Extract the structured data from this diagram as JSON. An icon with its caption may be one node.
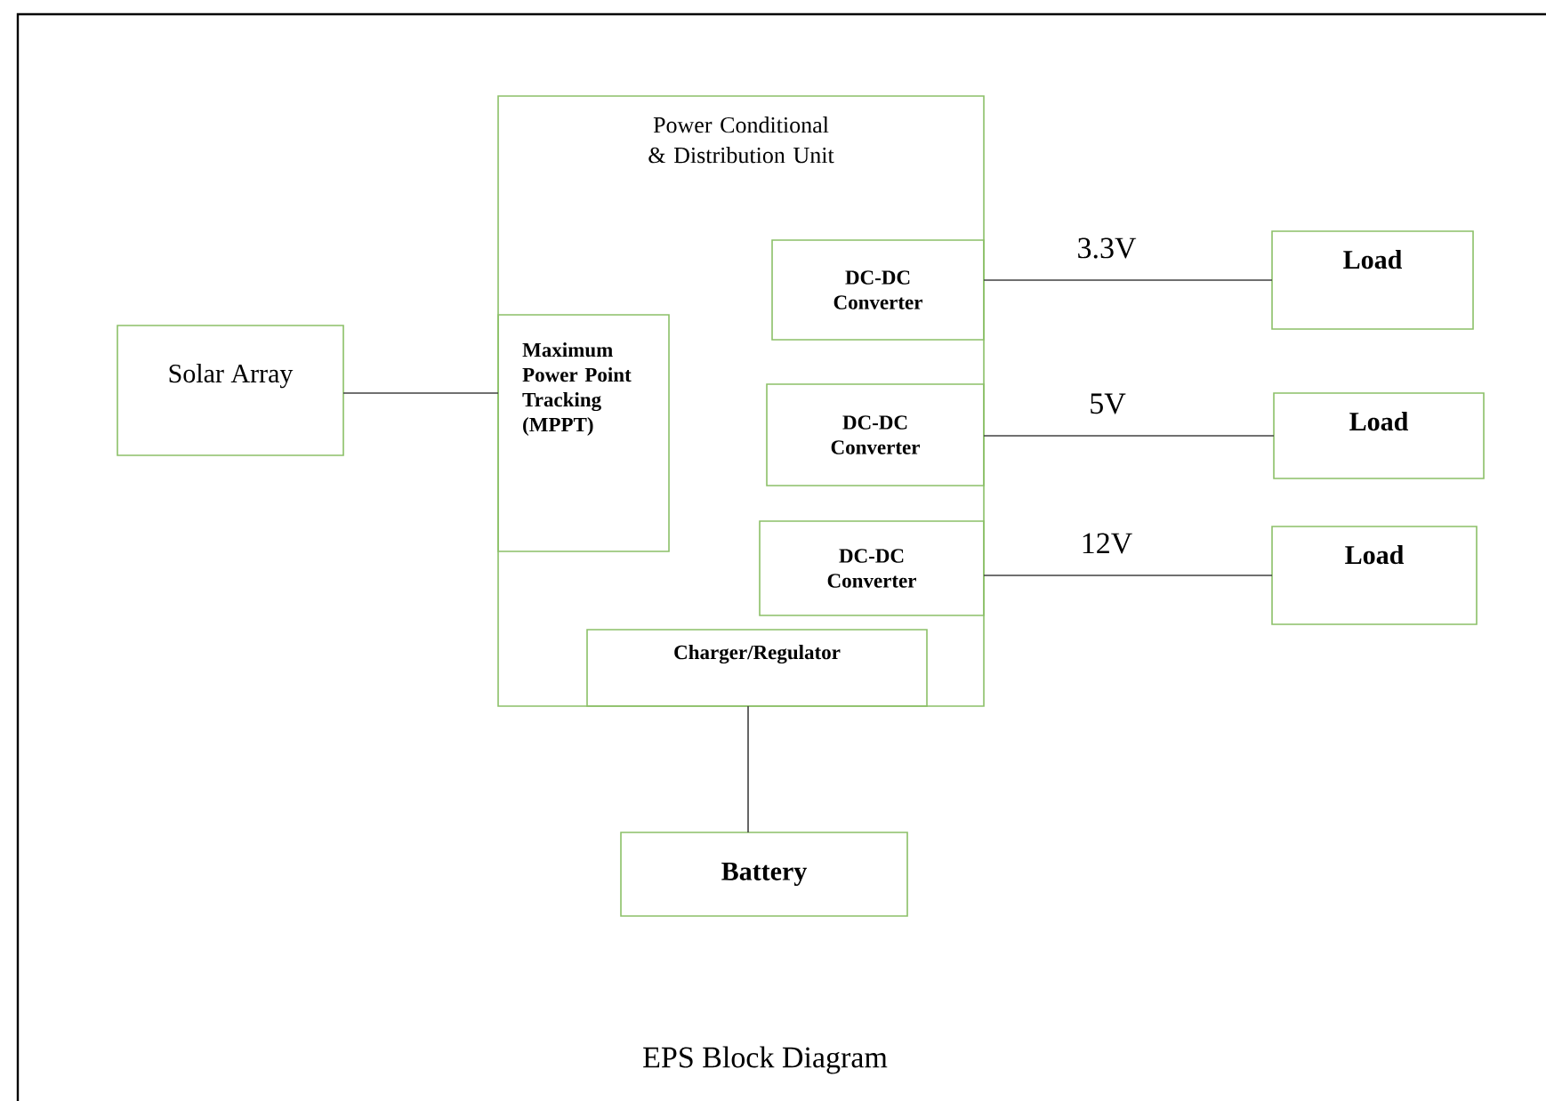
{
  "diagram": {
    "caption": "EPS Block Diagram",
    "nodes": [
      {
        "text": [
          "Power Conditional & Distribution Unit"
        ]
      },
      {
        "text": [
          "Solar Array"
        ]
      },
      {
        "text": [
          "Maximum Power Point Tracking (MPPT)"
        ],
        "in": 0
      },
      {
        "text": [
          "DC-DC Converter"
        ],
        "in": 0
      },
      {
        "text": [
          "DC-DC Converter"
        ],
        "in": 0
      },
      {
        "text": [
          "DC-DC Converter"
        ],
        "in": 0
      },
      {
        "text": [
          "Charger/Regulator"
        ],
        "in": 0
      },
      {
        "text": [
          "Load"
        ]
      },
      {
        "text": [
          "Load"
        ]
      },
      {
        "text": [
          "Load"
        ]
      },
      {
        "text": [
          "Battery"
        ]
      }
    ],
    "edges": [
      {
        "from": 1,
        "to": 2,
        "arrow": "none"
      },
      {
        "from": 3,
        "to": 7,
        "arrow": "none",
        "label": "3.3V"
      },
      {
        "from": 4,
        "to": 8,
        "arrow": "none",
        "label": "5V"
      },
      {
        "from": 5,
        "to": 9,
        "arrow": "none",
        "label": "12V"
      },
      {
        "from": 6,
        "to": 10,
        "arrow": "none"
      }
    ]
  }
}
